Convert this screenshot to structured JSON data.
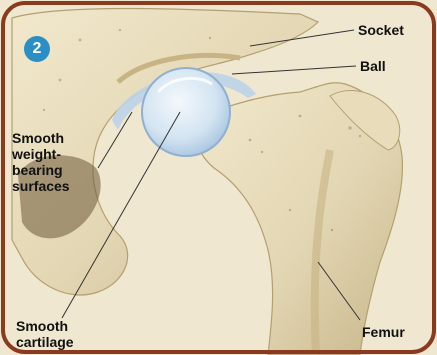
{
  "figure": {
    "badge_number": "2",
    "colors": {
      "frame": "#8a3a1f",
      "bone": "#e3d6b3",
      "bone_shadow": "#b49f70",
      "cartilage": "#cfe1f1",
      "badge": "#2b8fc6"
    }
  },
  "labels": {
    "socket": "Socket",
    "ball": "Ball",
    "surfaces": [
      "Smooth",
      "weight-",
      "bearing",
      "surfaces"
    ],
    "cartilage": [
      "Smooth",
      "cartilage"
    ],
    "femur": "Femur"
  }
}
